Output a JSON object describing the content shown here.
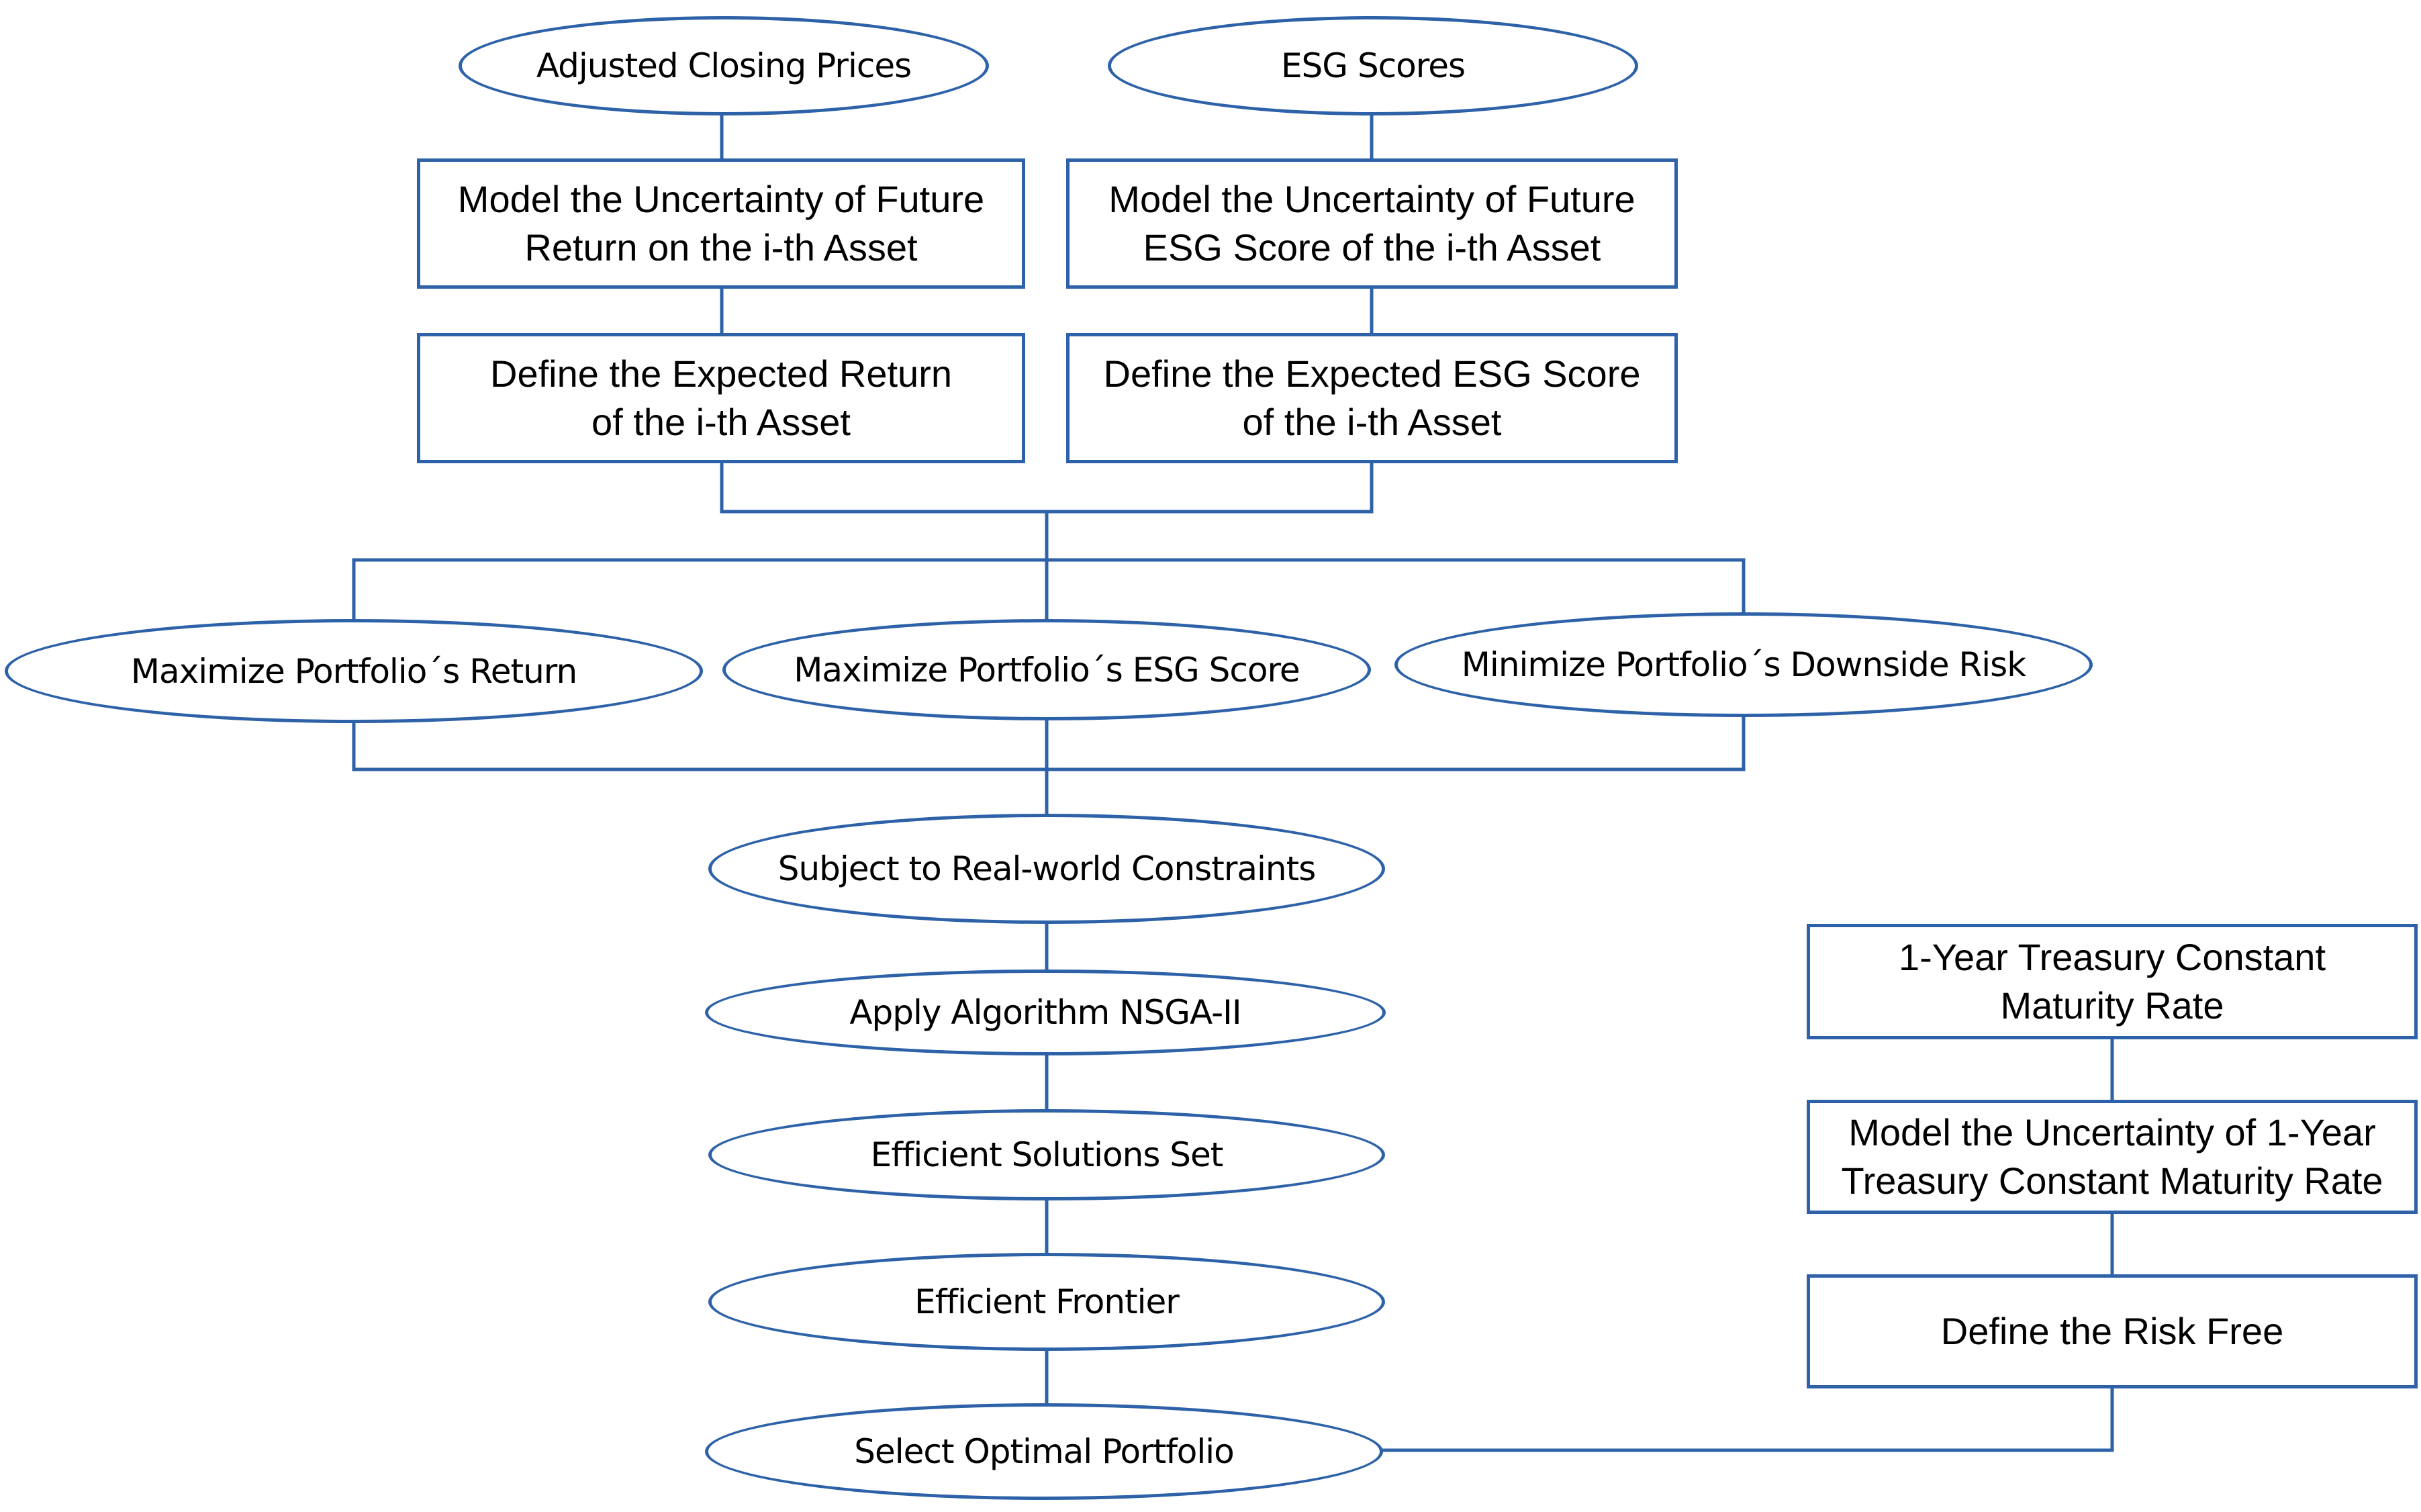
{
  "colors": {
    "stroke": "#2E62A8",
    "fill": "#FFFFFF",
    "text": "#000000"
  },
  "nodes": {
    "adjusted_closing_prices": "Adjusted Closing Prices",
    "esg_scores": "ESG Scores",
    "model_return": "Model the Uncertainty of Future\nReturn on the i-th Asset",
    "model_esg": "Model the Uncertainty of Future\nESG Score of the i-th Asset",
    "define_return": "Define the Expected Return\nof the i-th Asset",
    "define_esg": "Define the Expected ESG Score\nof the i-th Asset",
    "max_return": "Maximize Portfolio´s Return",
    "max_esg": "Maximize Portfolio´s ESG Score",
    "min_risk": "Minimize Portfolio´s Downside Risk",
    "constraints": "Subject to Real-world Constraints",
    "nsga": "Apply Algorithm NSGA-II",
    "efficient_set": "Efficient Solutions Set",
    "efficient_frontier": "Efficient Frontier",
    "select_portfolio": "Select Optimal Portfolio",
    "treasury_rate": "1-Year Treasury Constant\nMaturity Rate",
    "model_treasury": "Model the Uncertainty of 1-Year\nTreasury Constant Maturity Rate",
    "define_risk_free": "Define the Risk Free"
  }
}
